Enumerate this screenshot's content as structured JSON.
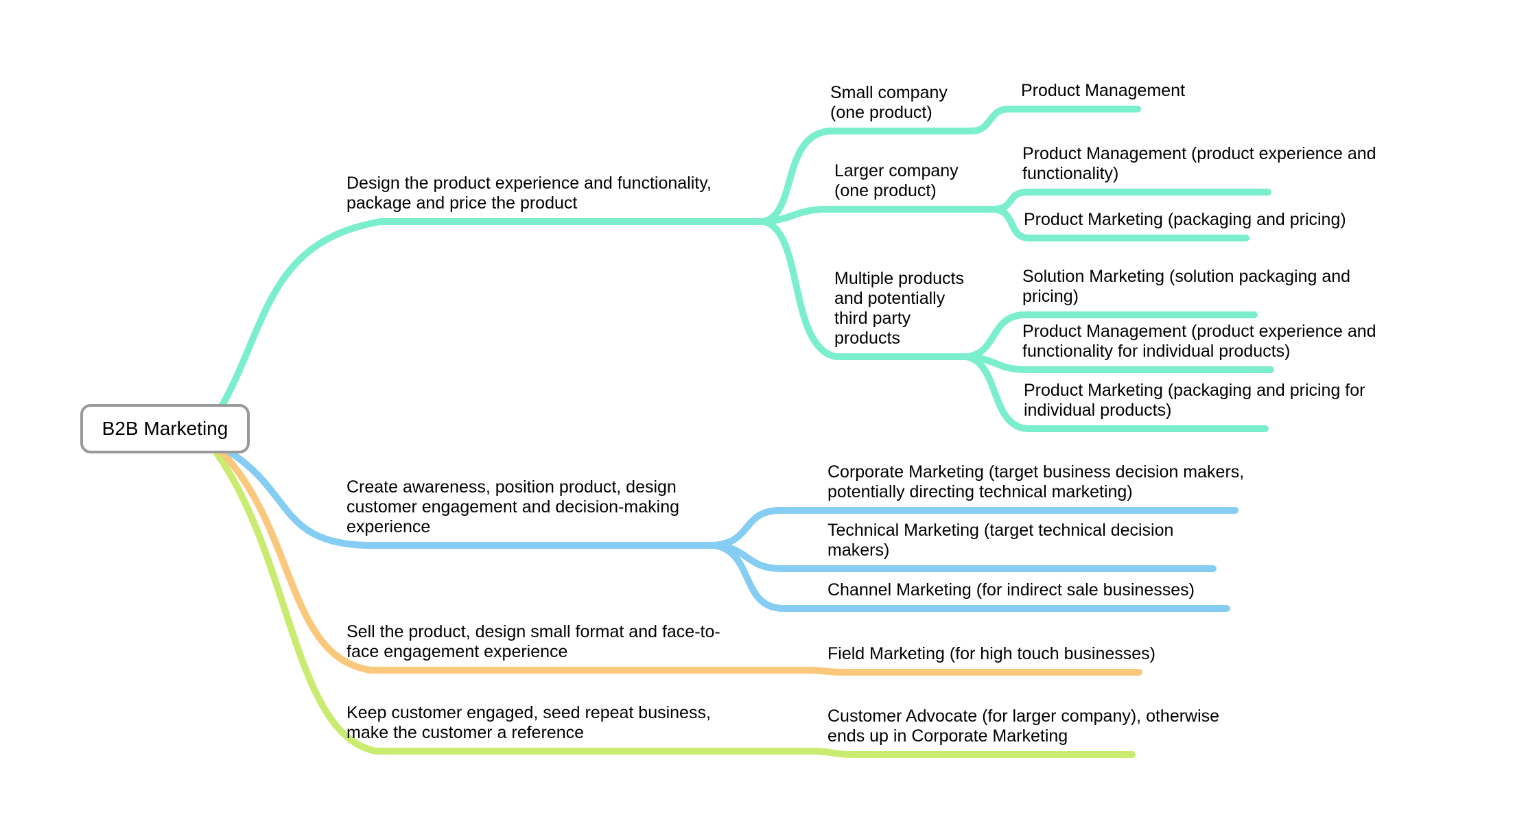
{
  "root": {
    "label": "B2B Marketing",
    "border_color": "#9A9A9A"
  },
  "branches": [
    {
      "label": "Design the product experience and functionality, package and price the product",
      "color": "#7BEECD",
      "children": [
        {
          "label": "Small company (one product)",
          "children": [
            {
              "label": "Product Management"
            }
          ]
        },
        {
          "label": "Larger company (one product)",
          "children": [
            {
              "label": "Product Management (product experience and functionality)"
            },
            {
              "label": "Product Marketing (packaging and pricing)"
            }
          ]
        },
        {
          "label": "Multiple products and potentially third party products",
          "children": [
            {
              "label": "Solution Marketing (solution packaging and pricing)"
            },
            {
              "label": "Product Management (product experience and functionality for individual products)"
            },
            {
              "label": "Product Marketing (packaging and pricing for individual products)"
            }
          ]
        }
      ]
    },
    {
      "label": "Create awareness, position product, design customer engagement and decision-making experience",
      "color": "#85CDF2",
      "children": [
        {
          "label": "Corporate Marketing (target business decision makers, potentially directing technical marketing)"
        },
        {
          "label": "Technical Marketing (target technical decision makers)"
        },
        {
          "label": "Channel Marketing (for indirect sale businesses)"
        }
      ]
    },
    {
      "label": "Sell the product, design small format and face-to-face engagement experience",
      "color": "#F9C87C",
      "children": [
        {
          "label": "Field Marketing (for high touch businesses)"
        }
      ]
    },
    {
      "label": "Keep customer engaged, seed repeat business, make the customer a reference",
      "color": "#C9EB70",
      "children": [
        {
          "label": "Customer Advocate (for larger company), otherwise ends up in Corporate Marketing"
        }
      ]
    }
  ]
}
